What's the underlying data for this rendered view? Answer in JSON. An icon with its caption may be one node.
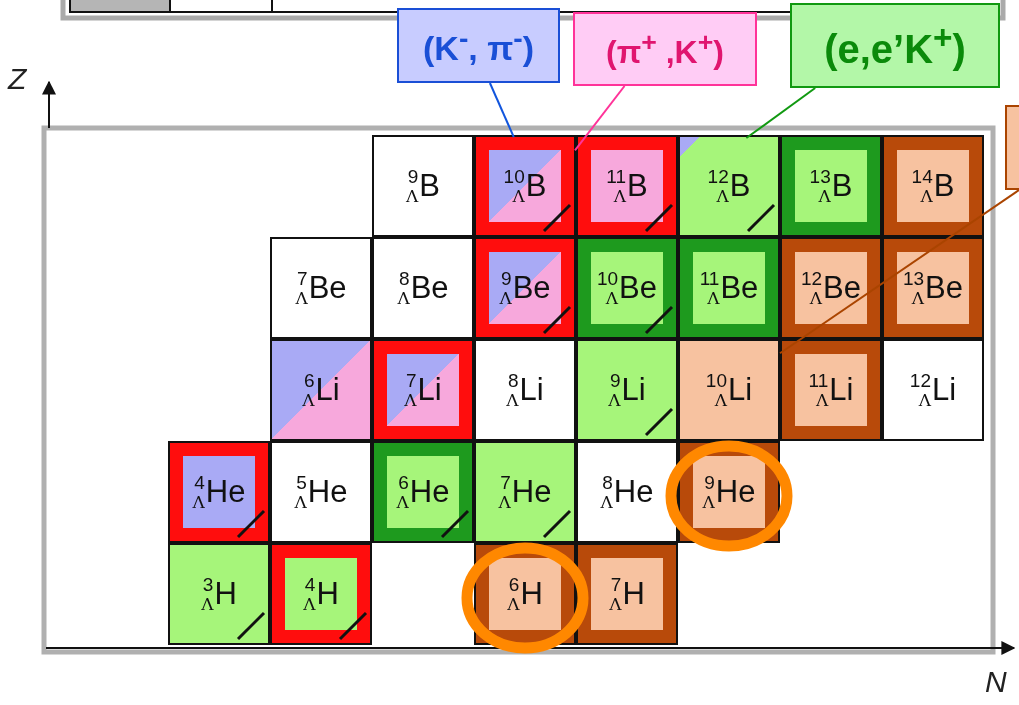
{
  "diagram": {
    "nodes": [
      {
        "text": [
          "(K$^{-}$, π$^{-}$)"
        ]
      },
      {
        "text": [
          "(π$^{+}$ ,K$^{+}$)"
        ]
      },
      {
        "text": [
          "(e,e’K$^{+}$)"
        ]
      },
      {
        "text": [],
        "shape": "box"
      },
      {
        "text": [
          "$^{9}$$_{Λ}$B"
        ]
      },
      {
        "text": [
          "$^{10}$$_{Λ}$B"
        ]
      },
      {
        "text": [
          "$^{11}$$_{Λ}$B"
        ]
      },
      {
        "text": [
          "$^{12}$$_{Λ}$B"
        ]
      },
      {
        "text": [
          "$^{13}$$_{Λ}$B"
        ]
      },
      {
        "text": [
          "$^{14}$$_{Λ}$B"
        ]
      },
      {
        "text": [
          "$^{7}$$_{Λ}$Be"
        ]
      },
      {
        "text": [
          "$^{8}$$_{Λ}$Be"
        ]
      },
      {
        "text": [
          "$^{9}$$_{Λ}$Be"
        ]
      },
      {
        "text": [
          "$^{10}$$_{Λ}$Be"
        ]
      },
      {
        "text": [
          "$^{11}$$_{Λ}$Be"
        ]
      },
      {
        "text": [
          "$^{12}$$_{Λ}$Be"
        ]
      },
      {
        "text": [
          "$^{13}$$_{Λ}$Be"
        ]
      },
      {
        "text": [
          "$^{6}$$_{Λ}$Li"
        ]
      },
      {
        "text": [
          "$^{7}$$_{Λ}$Li"
        ]
      },
      {
        "text": [
          "$^{8}$$_{Λ}$Li"
        ]
      },
      {
        "text": [
          "$^{9}$$_{Λ}$Li"
        ]
      },
      {
        "text": [
          "$^{10}$$_{Λ}$Li"
        ]
      },
      {
        "text": [
          "$^{11}$$_{Λ}$Li"
        ]
      },
      {
        "text": [
          "$^{12}$$_{Λ}$Li"
        ]
      },
      {
        "text": [
          "$^{4}$$_{Λ}$He"
        ]
      },
      {
        "text": [
          "$^{5}$$_{Λ}$He"
        ]
      },
      {
        "text": [
          "$^{6}$$_{Λ}$He"
        ]
      },
      {
        "text": [
          "$^{7}$$_{Λ}$He"
        ]
      },
      {
        "text": [
          "$^{8}$$_{Λ}$He"
        ]
      },
      {
        "text": [
          "$^{9}$$_{Λ}$He"
        ]
      },
      {
        "text": [
          "$^{3}$$_{Λ}$H"
        ]
      },
      {
        "text": [
          "$^{4}$$_{Λ}$H"
        ]
      },
      {
        "text": [
          "$^{6}$$_{Λ}$H"
        ]
      },
      {
        "text": [
          "$^{7}$$_{Λ}$H"
        ]
      }
    ],
    "edges": [
      {
        "from": 0,
        "to": 5,
        "arrow": "none",
        "color": "#1155dd"
      },
      {
        "from": 1,
        "to": 5,
        "arrow": "none",
        "color": "#ff3399"
      },
      {
        "from": 2,
        "to": 7,
        "arrow": "none",
        "color": "#119911"
      },
      {
        "from": 3,
        "to": 21,
        "arrow": "none",
        "color": "#aa4400"
      }
    ],
    "labels": [
      "Z",
      "N"
    ]
  }
}
